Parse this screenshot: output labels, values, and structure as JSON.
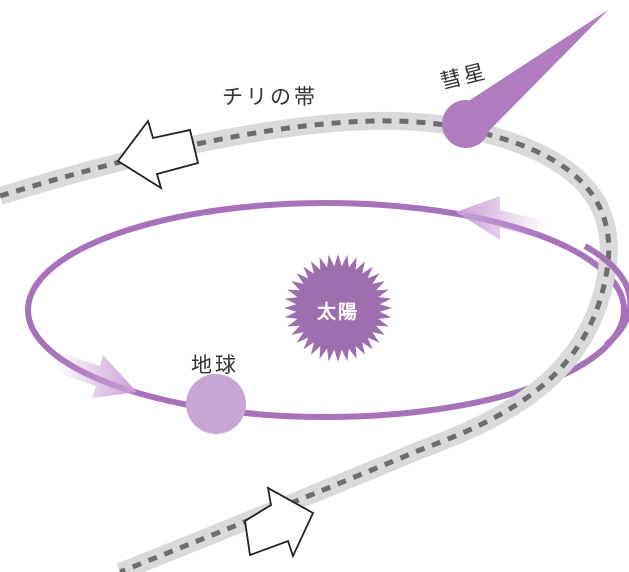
{
  "labels": {
    "dust_trail": "チリの帯",
    "comet": "彗星",
    "sun": "太陽",
    "earth": "地球"
  },
  "colors": {
    "orbit": "#a772ba",
    "sun": "#9e6fae",
    "earth": "#c8a6d4",
    "comet": "#b07cbf",
    "dust_band": "#dadada",
    "dust_dashes": "#6d6d6d",
    "outline_arrow_stroke": "#222222",
    "background": "#ffffff"
  },
  "icons": {
    "sun": "starburst",
    "earth": "filled-circle",
    "comet": "comet-tail",
    "orbit_direction": "gradient-arrow",
    "trail_direction": "outline-arrow"
  }
}
